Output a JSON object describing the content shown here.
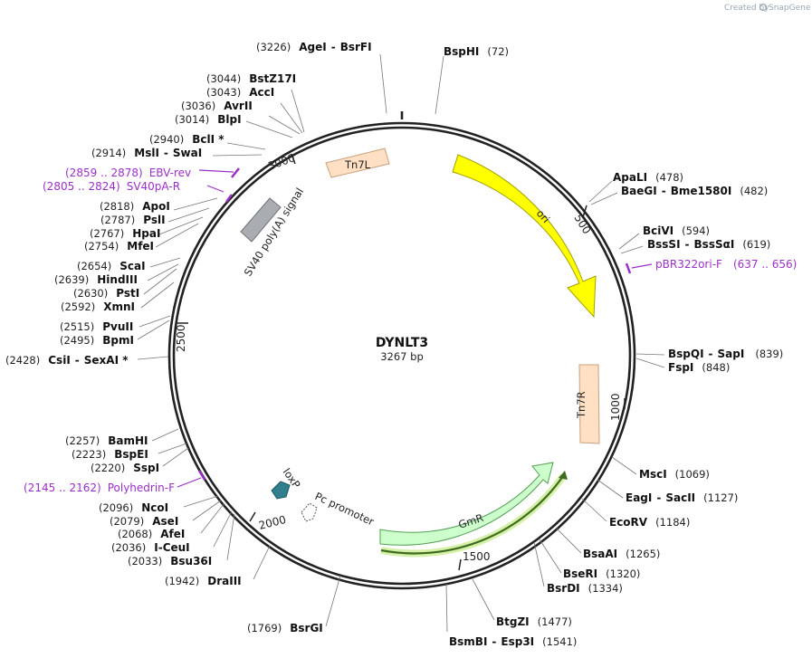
{
  "watermark": {
    "text": "Created by",
    "brand": "SnapGene"
  },
  "plasmid": {
    "name": "DYNLT3",
    "size": "3267 bp"
  },
  "ticks": [
    "500",
    "1000",
    "1500",
    "2000",
    "2500",
    "3000"
  ],
  "features": {
    "tn7l": "Tn7L",
    "ori": "ori",
    "tn7r": "Tn7R",
    "gmr": "GmR",
    "sv40": "SV40 poly(A) signal",
    "loxp": "loxP",
    "pc_promoter": "Pc promoter"
  },
  "sites_right": [
    {
      "enzyme": "BspHI",
      "enzyme2": "",
      "pos": "(72)"
    },
    {
      "enzyme": "ApaLI",
      "enzyme2": "",
      "pos": "(478)"
    },
    {
      "enzyme": "BaeGI",
      "enzyme2": "Bme1580I",
      "pos": "(482)"
    },
    {
      "enzyme": "BciVI",
      "enzyme2": "",
      "pos": "(594)"
    },
    {
      "enzyme": "BssSI",
      "enzyme2": "BssSαI",
      "pos": "(619)"
    },
    {
      "enzyme": "BspQI",
      "enzyme2": "SapI",
      "pos": "(839)"
    },
    {
      "enzyme": "FspI",
      "enzyme2": "",
      "pos": "(848)"
    },
    {
      "enzyme": "MscI",
      "enzyme2": "",
      "pos": "(1069)"
    },
    {
      "enzyme": "EagI",
      "enzyme2": "SacII",
      "pos": "(1127)"
    },
    {
      "enzyme": "EcoRV",
      "enzyme2": "",
      "pos": "(1184)"
    },
    {
      "enzyme": "BsaAI",
      "enzyme2": "",
      "pos": "(1265)"
    },
    {
      "enzyme": "BseRI",
      "enzyme2": "",
      "pos": "(1320)"
    },
    {
      "enzyme": "BsrDI",
      "enzyme2": "",
      "pos": "(1334)"
    },
    {
      "enzyme": "BtgZI",
      "enzyme2": "",
      "pos": "(1477)"
    },
    {
      "enzyme": "BsmBI",
      "enzyme2": "Esp3I",
      "pos": "(1541)"
    }
  ],
  "sites_left": [
    {
      "pos": "(3226)",
      "enzyme": "AgeI",
      "enzyme2": "BsrFI"
    },
    {
      "pos": "(3044)",
      "enzyme": "BstZ17I",
      "enzyme2": ""
    },
    {
      "pos": "(3043)",
      "enzyme": "AccI",
      "enzyme2": ""
    },
    {
      "pos": "(3036)",
      "enzyme": "AvrII",
      "enzyme2": ""
    },
    {
      "pos": "(3014)",
      "enzyme": "BlpI",
      "enzyme2": ""
    },
    {
      "pos": "(2940)",
      "enzyme": "BclI *",
      "enzyme2": ""
    },
    {
      "pos": "(2914)",
      "enzyme": "MslI",
      "enzyme2": "SwaI"
    },
    {
      "pos": "(2818)",
      "enzyme": "ApoI",
      "enzyme2": ""
    },
    {
      "pos": "(2787)",
      "enzyme": "PslI",
      "enzyme2": ""
    },
    {
      "pos": "(2767)",
      "enzyme": "HpaI",
      "enzyme2": ""
    },
    {
      "pos": "(2754)",
      "enzyme": "MfeI",
      "enzyme2": ""
    },
    {
      "pos": "(2654)",
      "enzyme": "ScaI",
      "enzyme2": ""
    },
    {
      "pos": "(2639)",
      "enzyme": "HindIII",
      "enzyme2": ""
    },
    {
      "pos": "(2630)",
      "enzyme": "PstI",
      "enzyme2": ""
    },
    {
      "pos": "(2592)",
      "enzyme": "XmnI",
      "enzyme2": ""
    },
    {
      "pos": "(2515)",
      "enzyme": "PvuII",
      "enzyme2": ""
    },
    {
      "pos": "(2495)",
      "enzyme": "BpmI",
      "enzyme2": ""
    },
    {
      "pos": "(2428)",
      "enzyme": "CsiI",
      "enzyme2": "SexAI *"
    },
    {
      "pos": "(2257)",
      "enzyme": "BamHI",
      "enzyme2": ""
    },
    {
      "pos": "(2223)",
      "enzyme": "BspEI",
      "enzyme2": ""
    },
    {
      "pos": "(2220)",
      "enzyme": "SspI",
      "enzyme2": ""
    },
    {
      "pos": "(2096)",
      "enzyme": "NcoI",
      "enzyme2": ""
    },
    {
      "pos": "(2079)",
      "enzyme": "AseI",
      "enzyme2": ""
    },
    {
      "pos": "(2068)",
      "enzyme": "AfeI",
      "enzyme2": ""
    },
    {
      "pos": "(2036)",
      "enzyme": "I-CeuI",
      "enzyme2": ""
    },
    {
      "pos": "(2033)",
      "enzyme": "Bsu36I",
      "enzyme2": ""
    },
    {
      "pos": "(1942)",
      "enzyme": "DraIII",
      "enzyme2": ""
    },
    {
      "pos": "(1769)",
      "enzyme": "BsrGI",
      "enzyme2": ""
    }
  ],
  "primers": [
    {
      "range": "(2859 .. 2878)",
      "name": "EBV-rev"
    },
    {
      "range": "(2805 .. 2824)",
      "name": "SV40pA-R"
    },
    {
      "name": "pBR322ori-F",
      "range": "(637 .. 656)"
    },
    {
      "range": "(2145 .. 2162)",
      "name": "Polyhedrin-F"
    }
  ],
  "colors": {
    "ori": "#ffff00",
    "tn7": "#ffe0c4",
    "gmr": "#ccffcc",
    "sv40": "#a9acb0",
    "loxp": "#2f7f8f",
    "primer": "#9b30c8",
    "backbone": "#222222"
  }
}
